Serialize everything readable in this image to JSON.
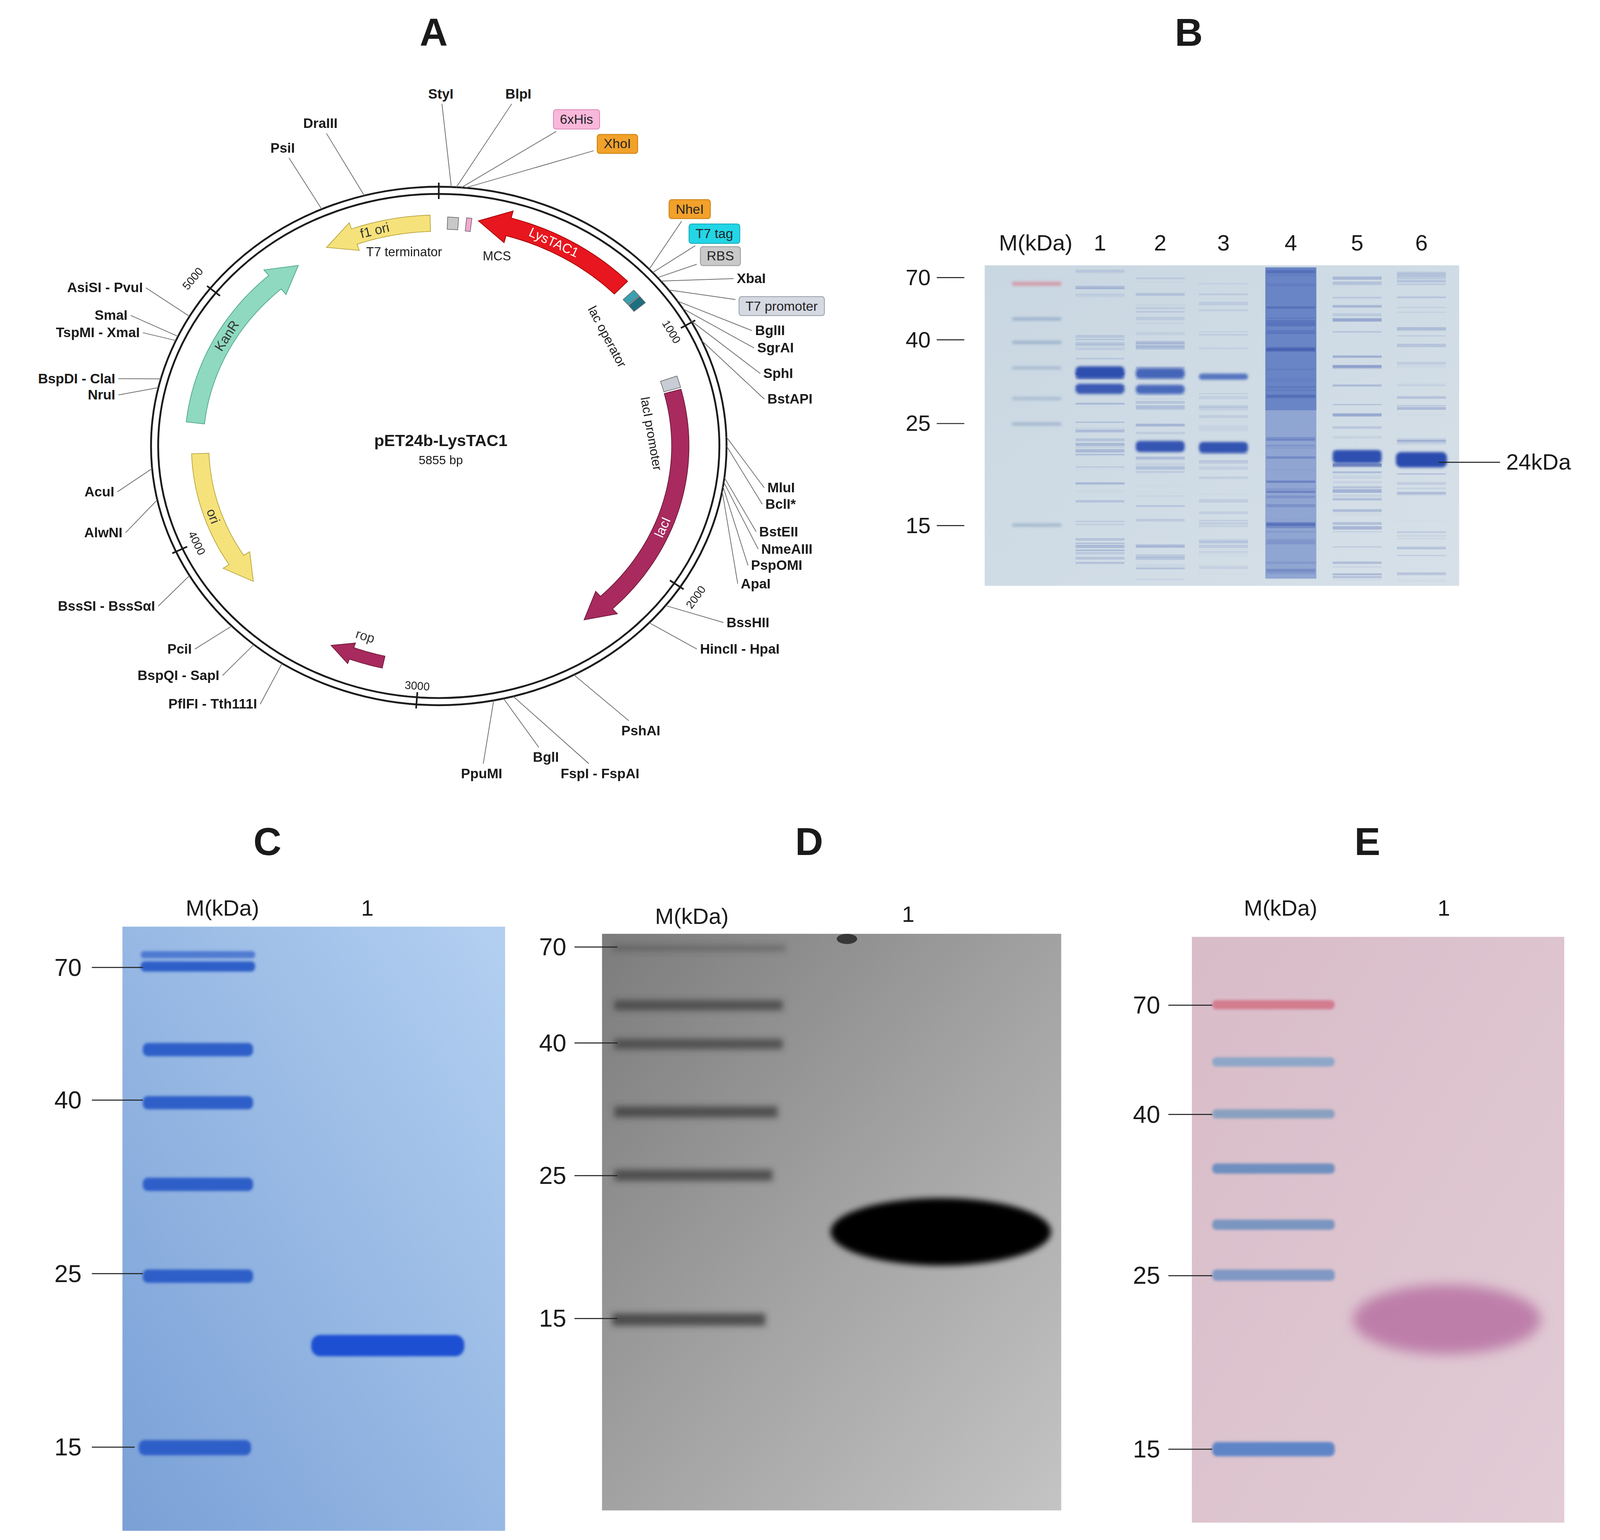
{
  "diagram": {
    "nodes": [
      {
        "text": [
          "6xHis"
        ]
      },
      {
        "text": [
          "XhoI"
        ]
      },
      {
        "text": [
          "NheI"
        ]
      },
      {
        "text": [
          "T7 tag"
        ]
      },
      {
        "text": [
          "RBS"
        ]
      },
      {
        "text": [
          "T7 promoter"
        ]
      },
      {
        "text": [
          "LysTAC1"
        ]
      },
      {
        "text": [
          "lacI"
        ]
      },
      {
        "text": [
          "rop"
        ]
      },
      {
        "text": [
          "ori"
        ]
      },
      {
        "text": [
          "KanR"
        ]
      },
      {
        "text": [
          "f1 ori"
        ]
      }
    ],
    "labels": [
      "A",
      "B",
      "pET24b-LysTAC1",
      "5855 bp",
      "1000",
      "2000",
      "3000",
      "4000",
      "5000",
      "StyI",
      "BlpI",
      "DraIII",
      "PsiI",
      "XbaI",
      "BglII",
      "SgrAI",
      "SphI",
      "BstAPI",
      "MluI",
      "BclI*",
      "BstEII",
      "NmeAIII",
      "PspOMI",
      "ApaI",
      "BssHII",
      "HincII - HpaI",
      "PshAI",
      "BglI",
      "FspI - FspAI",
      "PpuMI",
      "PflFI - Tth111I",
      "BspQI - SapI",
      "PciI",
      "BssSI - BssSαI",
      "AlwNI",
      "AcuI",
      "BspDI - ClaI",
      "NruI",
      "TspMI - XmaI",
      "SmaI",
      "AsiSI - PvuI",
      "MCS",
      "T7 terminator",
      "lac operator",
      "lacI promoter",
      "M(kDa)",
      "1",
      "2",
      "3",
      "4",
      "5",
      "6",
      "70",
      "40",
      "25",
      "15",
      "24kDa",
      "C",
      "M(kDa)",
      "1",
      "70",
      "40",
      "25",
      "15",
      "D",
      "M(kDa)",
      "1",
      "70",
      "40",
      "25",
      "15",
      "E",
      "M(kDa)",
      "1",
      "70",
      "40",
      "25",
      "15"
    ]
  }
}
